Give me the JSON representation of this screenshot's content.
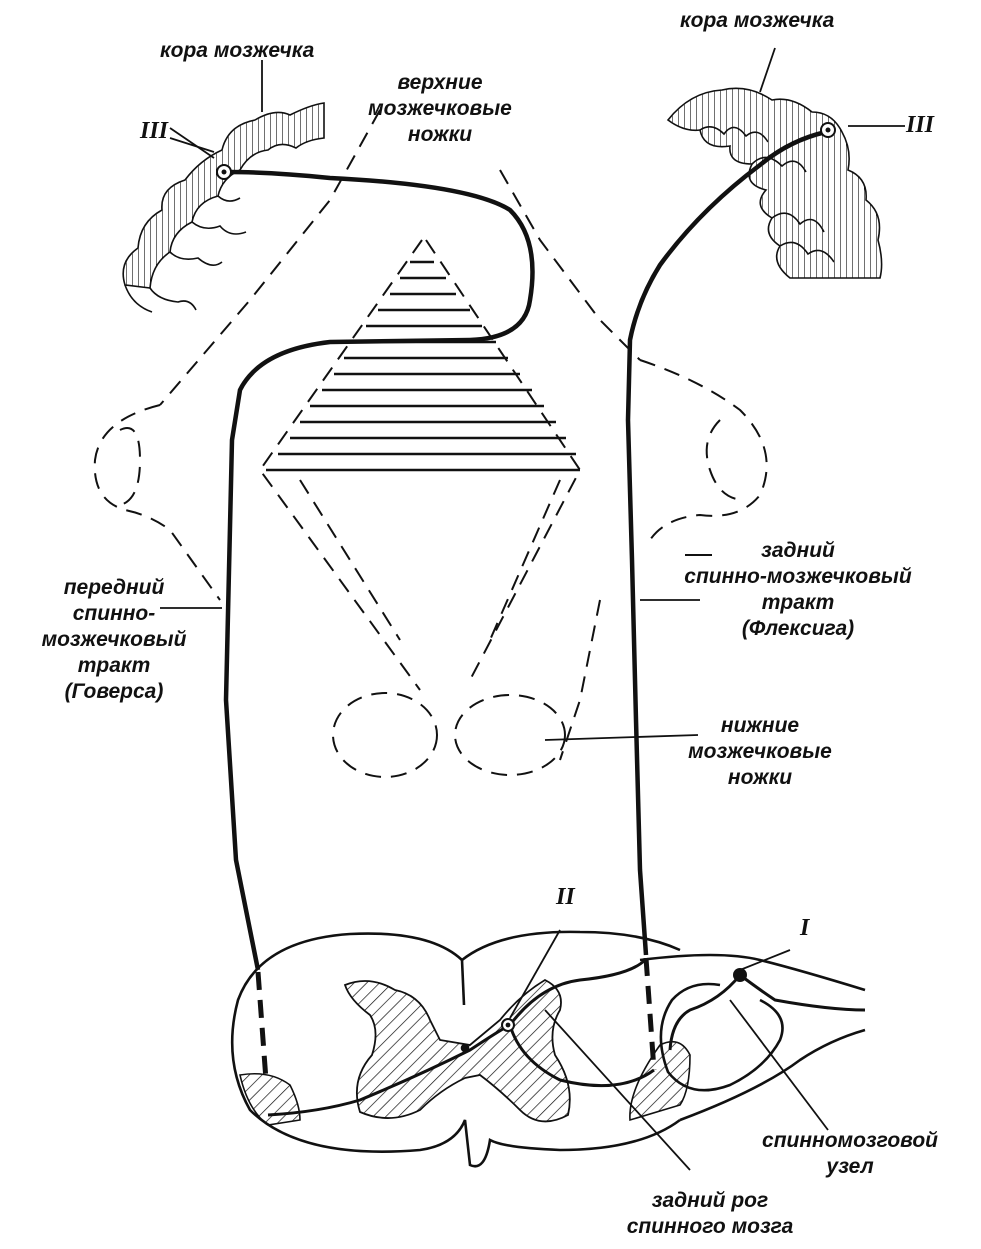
{
  "labels": {
    "cortex_left": "кора мозжечка",
    "cortex_right": "кора мозжечка",
    "superior_peduncles": [
      "верхние",
      "мозжечковые",
      "ножки"
    ],
    "anterior_tract": [
      "передний",
      "спинно-",
      "мозжечковый",
      "тракт",
      "(Говерса)"
    ],
    "posterior_tract": [
      "задний",
      "спинно-мозжечковый",
      "тракт",
      "(Флексига)"
    ],
    "inferior_peduncles": [
      "нижние",
      "мозжечковые",
      "ножки"
    ],
    "spinal_ganglion": [
      "спинномозговой",
      "узел"
    ],
    "dorsal_horn": [
      "задний рог",
      "спинного мозга"
    ]
  },
  "neuron_marks": {
    "first": "I",
    "second": "II",
    "third_left": "III",
    "third_right": "III"
  },
  "colors": {
    "ink": "#111111",
    "background": "#ffffff"
  }
}
